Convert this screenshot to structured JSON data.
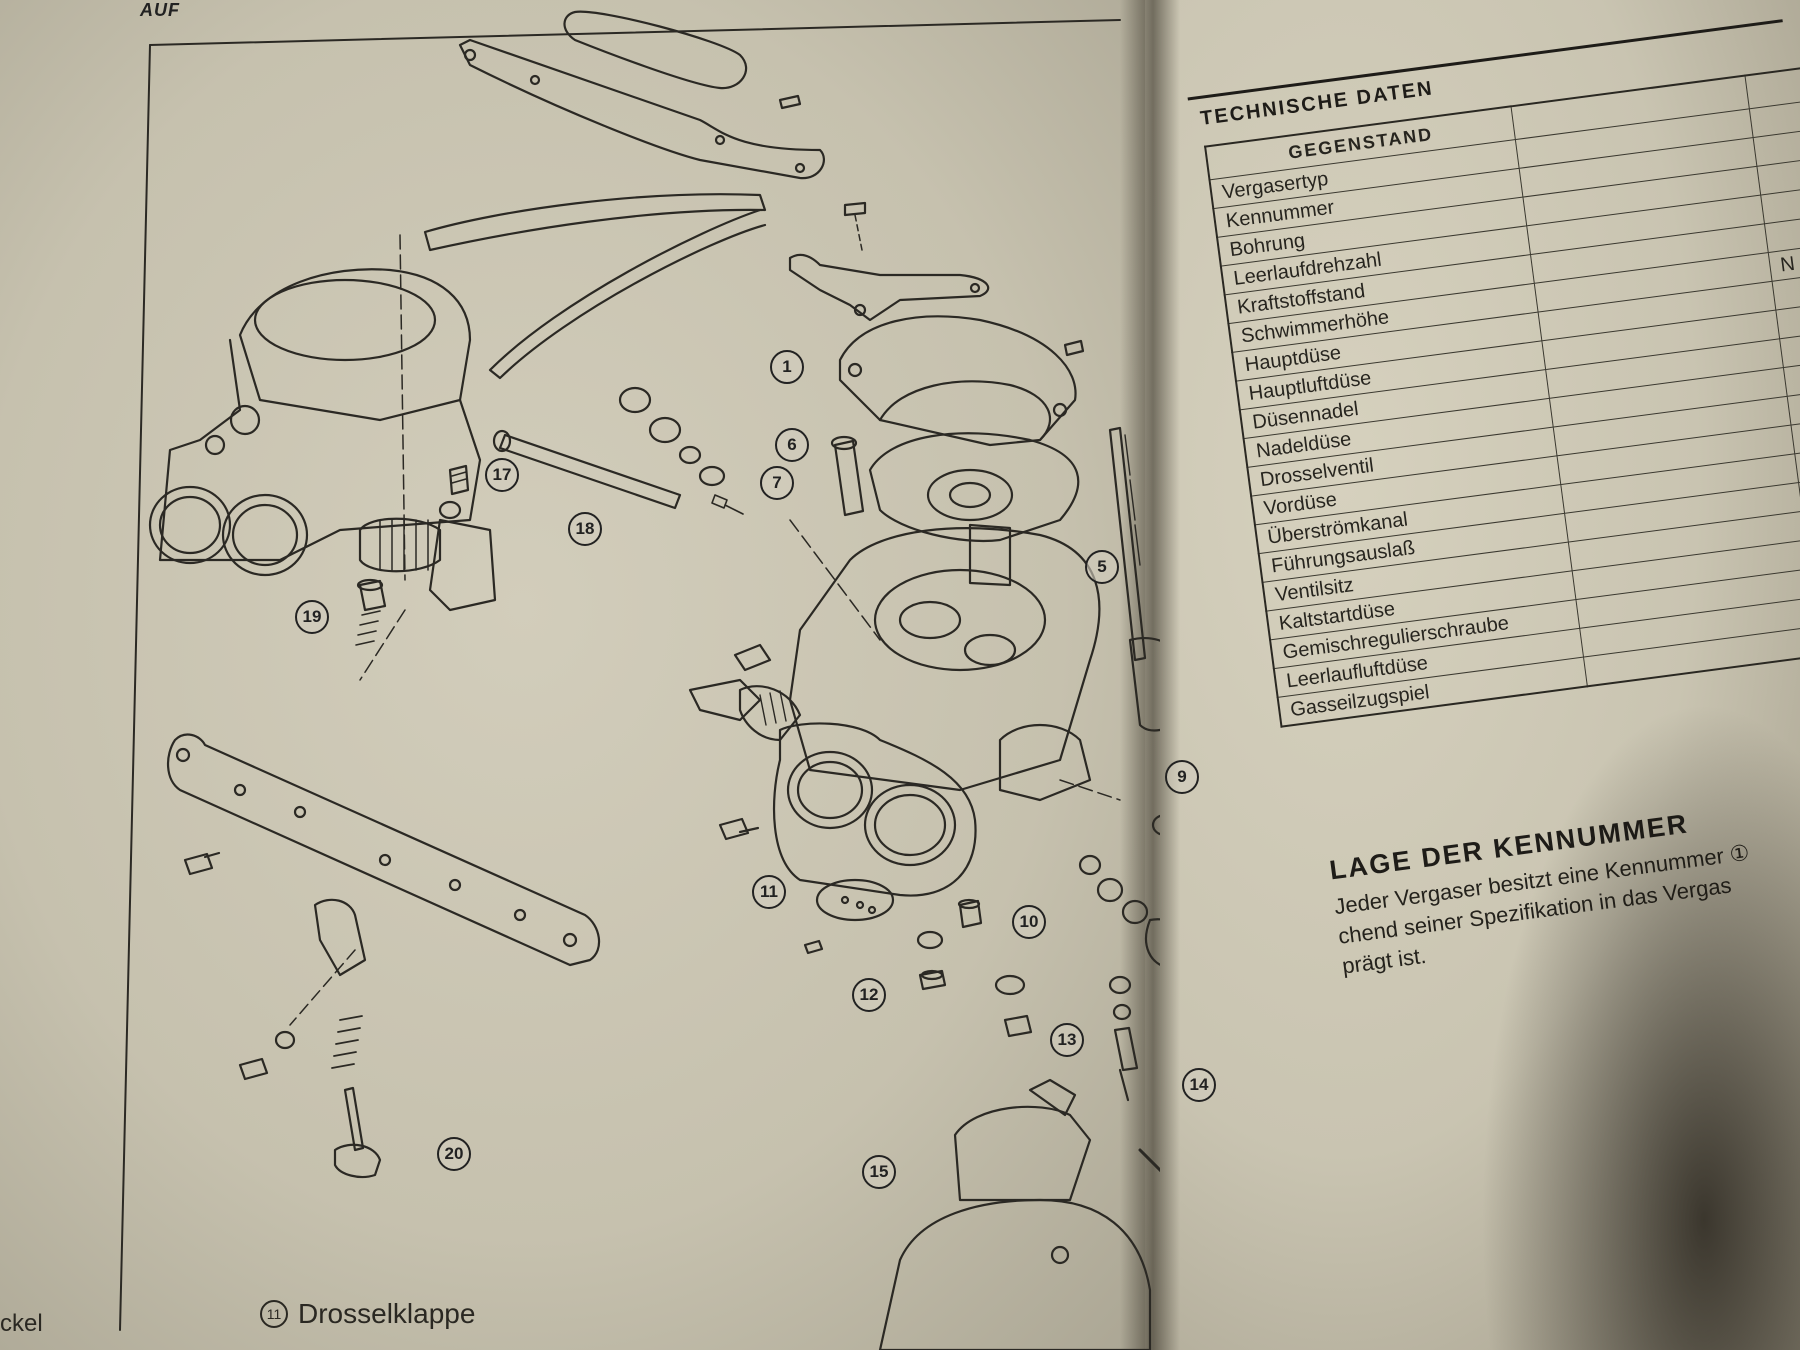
{
  "left_page": {
    "header_fragment": "AUF",
    "callouts": [
      "1",
      "5",
      "6",
      "7",
      "9",
      "10",
      "11",
      "12",
      "13",
      "14",
      "15",
      "17",
      "18",
      "19",
      "20"
    ],
    "caption_number": "11",
    "caption_text": "Drosselklappe",
    "edge_text": "ckel"
  },
  "right_page": {
    "section_title": "TECHNISCHE DATEN",
    "table_header": "GEGENSTAND",
    "rows": [
      "Vergasertyp",
      "Kennummer",
      "Bohrung",
      "Leerlaufdrehzahl",
      "Kraftstoffstand",
      "Schwimmerhöhe",
      "Hauptdüse",
      "Hauptluftdüse",
      "Düsennadel",
      "Nadeldüse",
      "Drosselventil",
      "Vordüse",
      "Überströmkanal",
      "Führungsauslaß",
      "Ventilsitz",
      "Kaltstartdüse",
      "Gemischregulierschraube",
      "Leerlaufluftdüse",
      "Gasseilzugspiel"
    ],
    "row6_value_fragment": "N",
    "lage_title": "LAGE DER KENNUMMER",
    "lage_text_1": "Jeder Vergaser besitzt eine Kennummer ①",
    "lage_text_2": "chend seiner Spezifikation in das Vergas",
    "lage_text_3": "prägt ist."
  }
}
